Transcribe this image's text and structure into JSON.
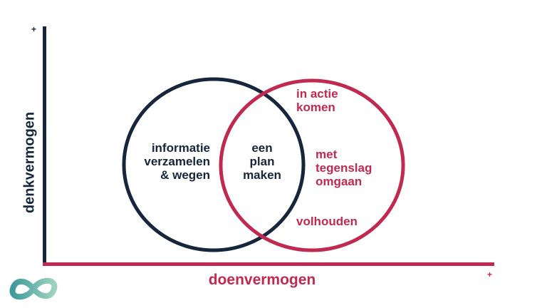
{
  "axes": {
    "y_label": "denkvermogen",
    "x_label": "doenvermogen",
    "y_plus": "+",
    "x_plus": "+"
  },
  "circles": {
    "left": {
      "lines": [
        "informatie",
        "verzamelen",
        "& wegen"
      ]
    },
    "overlap": {
      "lines": [
        "een",
        "plan",
        "maken"
      ]
    },
    "right": {
      "group1": [
        "in actie",
        "komen"
      ],
      "group2": [
        "met",
        "tegenslag",
        "omgaan"
      ],
      "group3": [
        "volhouden"
      ]
    }
  },
  "logo": {
    "icon": "infinity-icon"
  },
  "colors": {
    "navy": "#16263c",
    "red": "#c02a50",
    "teal_start": "#3f9a9a",
    "teal_end": "#9fd3c0"
  }
}
